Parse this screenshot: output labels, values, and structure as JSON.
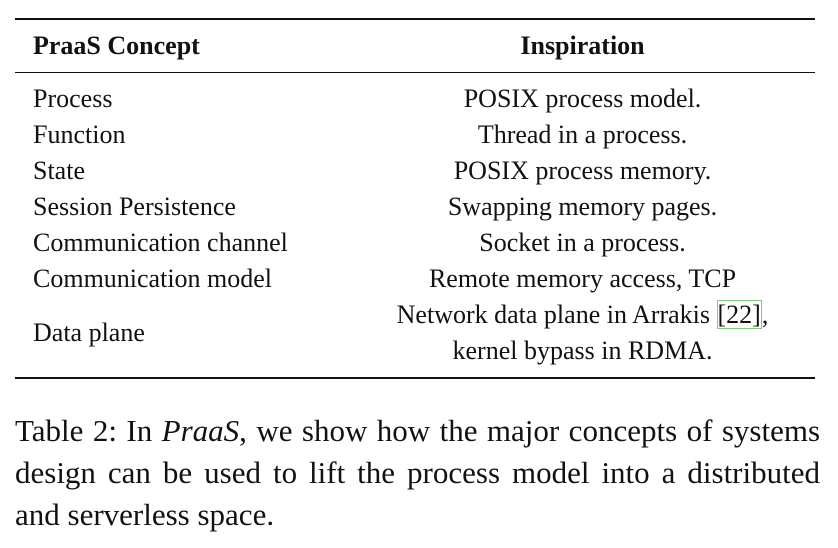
{
  "table": {
    "headers": [
      "PraaS Concept",
      "Inspiration"
    ],
    "rows": [
      {
        "concept": "Process",
        "inspiration": "POSIX process model."
      },
      {
        "concept": "Function",
        "inspiration": "Thread in a process."
      },
      {
        "concept": "State",
        "inspiration": "POSIX process memory."
      },
      {
        "concept": "Session Persistence",
        "inspiration": "Swapping memory pages."
      },
      {
        "concept": "Communication channel",
        "inspiration": "Socket in a process."
      },
      {
        "concept": "Communication model",
        "inspiration": "Remote memory access, TCP"
      },
      {
        "concept": "Data plane",
        "inspiration_line1_pre": "Network data plane in Arrakis ",
        "inspiration_line1_ref": "[22]",
        "inspiration_line1_post": ",",
        "inspiration_line2": "kernel bypass in RDMA."
      }
    ]
  },
  "caption": {
    "prefix": "Table 2: In ",
    "emphasis": "PraaS",
    "suffix": ", we show how the major concepts of systems design can be used to lift the process model into a distributed and serverless space."
  }
}
